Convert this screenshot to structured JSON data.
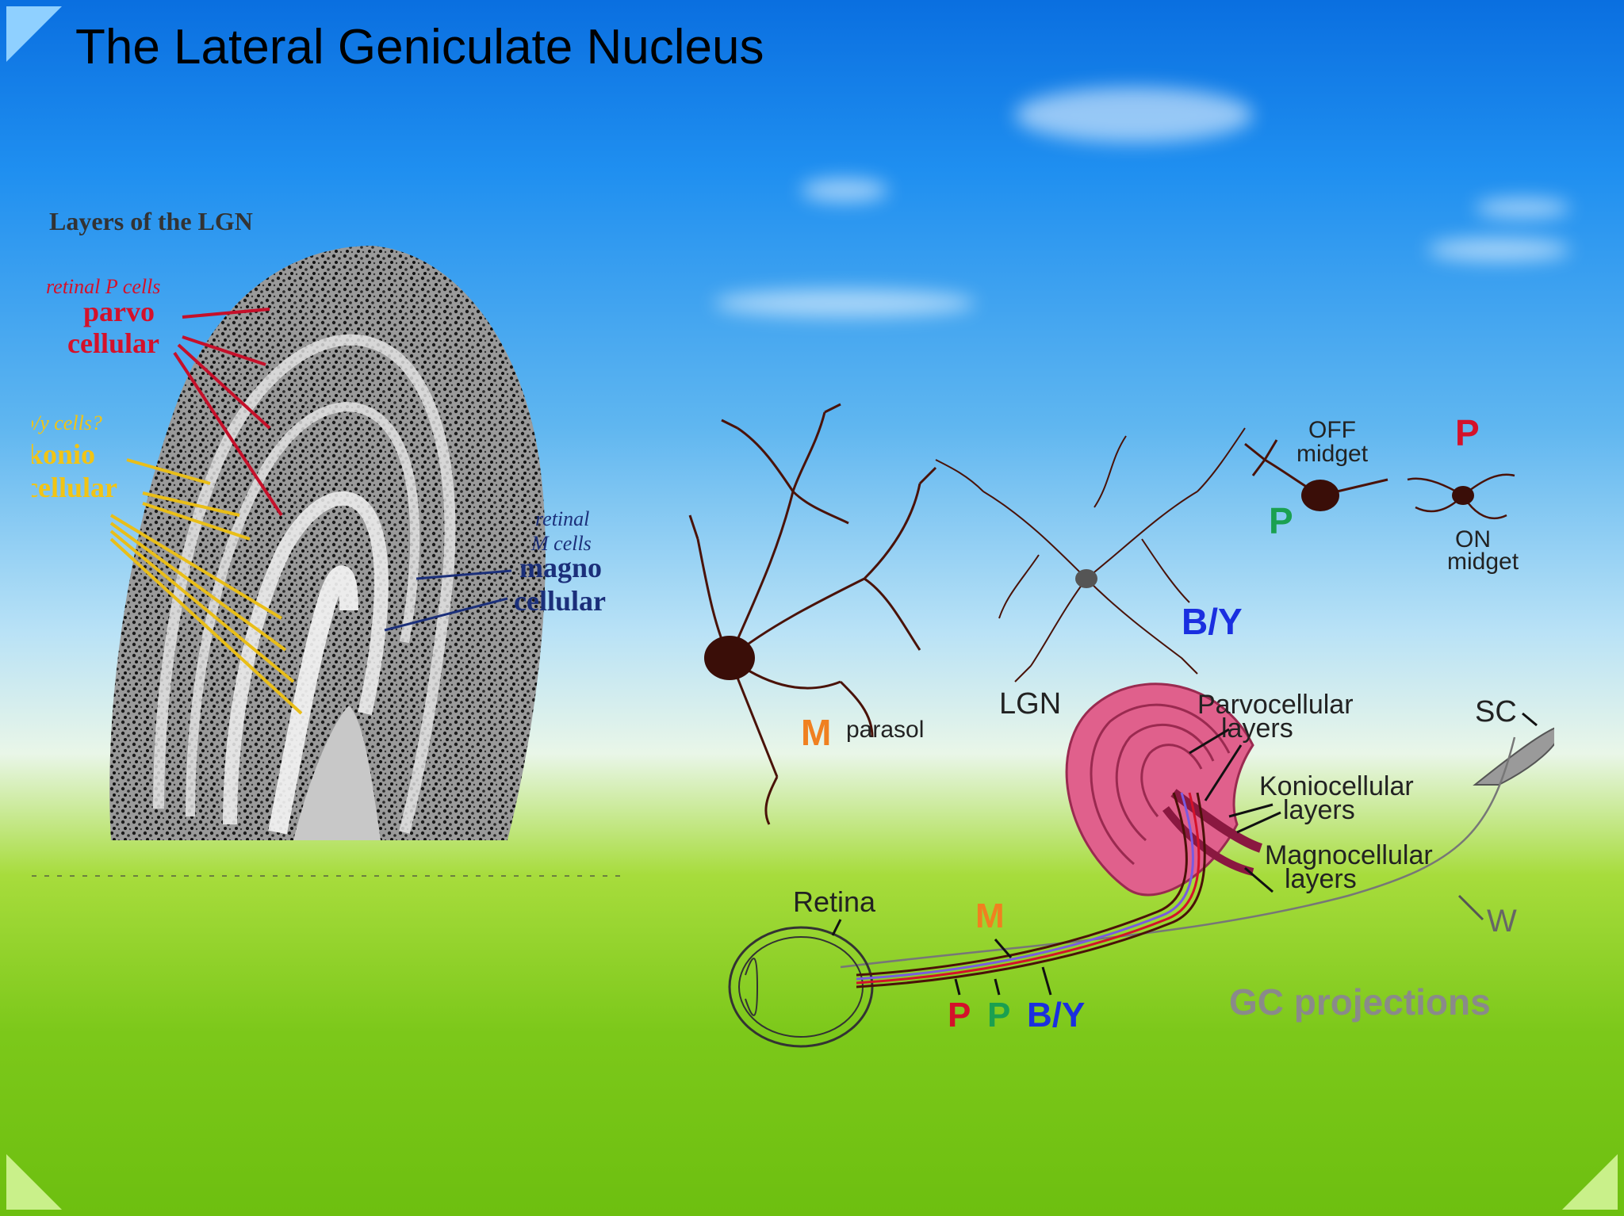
{
  "slide": {
    "title": "The Lateral Geniculate Nucleus"
  },
  "left_figure": {
    "heading": "Layers of the LGN",
    "retinal_p": "retinal P cells",
    "parvo_1": "parvo",
    "parvo_2": "cellular",
    "by_cells": "b/y cells?",
    "konio_1": "konio",
    "konio_2": "cellular",
    "retinal_m_1": "retinal",
    "retinal_m_2": "M cells",
    "magno_1": "magno",
    "magno_2": "cellular"
  },
  "right_figure": {
    "m_letter": "M",
    "parasol": "parasol",
    "by_label": "B/Y",
    "off_1": "OFF",
    "off_2": "midget",
    "p_green": "P",
    "p_red": "P",
    "on_1": "ON",
    "on_2": "midget",
    "lgn": "LGN",
    "parvo_1": "Parvocellular",
    "parvo_2": "layers",
    "konio_1": "Koniocellular",
    "konio_2": "layers",
    "magno_1": "Magnocellular",
    "magno_2": "layers",
    "sc": "SC",
    "w": "W",
    "retina": "Retina",
    "m_path": "M",
    "p_red_path": "P",
    "p_green_path": "P",
    "by_path": "B/Y",
    "gc": "GC projections"
  },
  "colors": {
    "red": "#d4112a",
    "yellow": "#f2c414",
    "navy": "#1b2f7a",
    "orange": "#f08020",
    "green": "#1aa050",
    "blue": "#1a2fe0",
    "pink": "#e0608c",
    "gray": "#7a7a7a"
  }
}
